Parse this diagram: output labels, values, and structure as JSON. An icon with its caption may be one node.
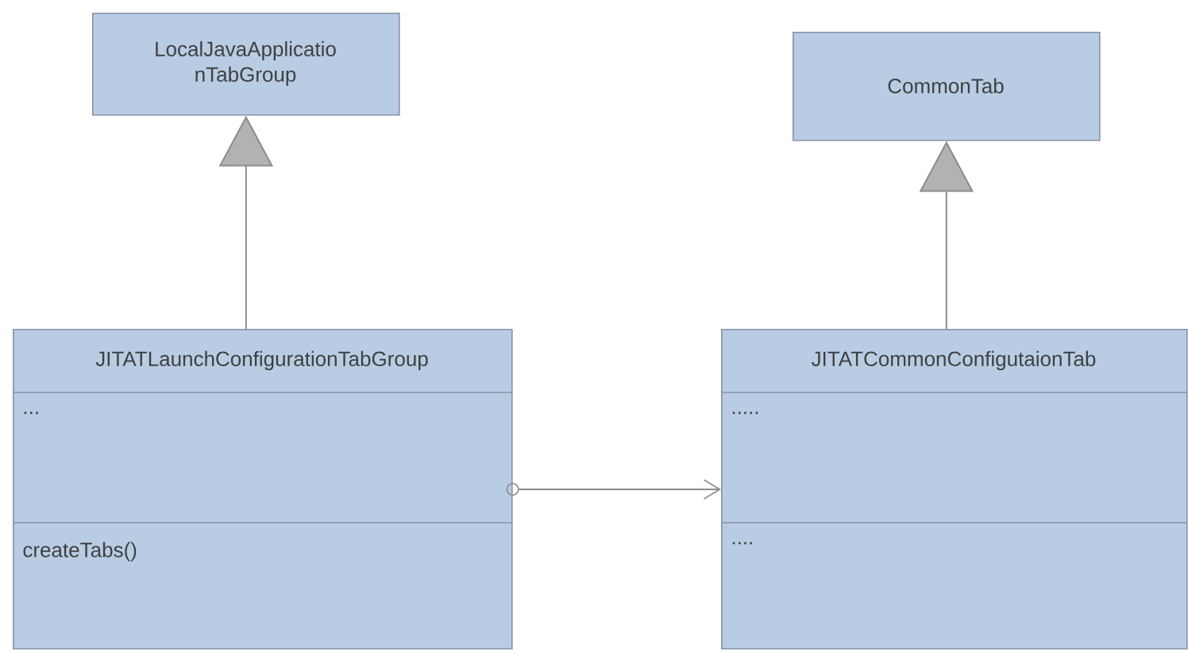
{
  "diagram": {
    "nodes": [
      {
        "text": [
          "LocalJavaApplicatio nTabGroup"
        ]
      },
      {
        "text": [
          "CommonTab"
        ]
      },
      {
        "text": [
          "JITATLaunchConfigurationTabGroup",
          "...",
          "createTabs()"
        ]
      },
      {
        "text": [
          "JITATCommonConfigutaionTab",
          ".....",
          "...."
        ]
      }
    ],
    "edges": [
      {
        "from": 2,
        "to": 0,
        "arrow": "to"
      },
      {
        "from": 3,
        "to": 1,
        "arrow": "to"
      },
      {
        "from": 2,
        "to": 3,
        "arrow": "to"
      }
    ]
  }
}
